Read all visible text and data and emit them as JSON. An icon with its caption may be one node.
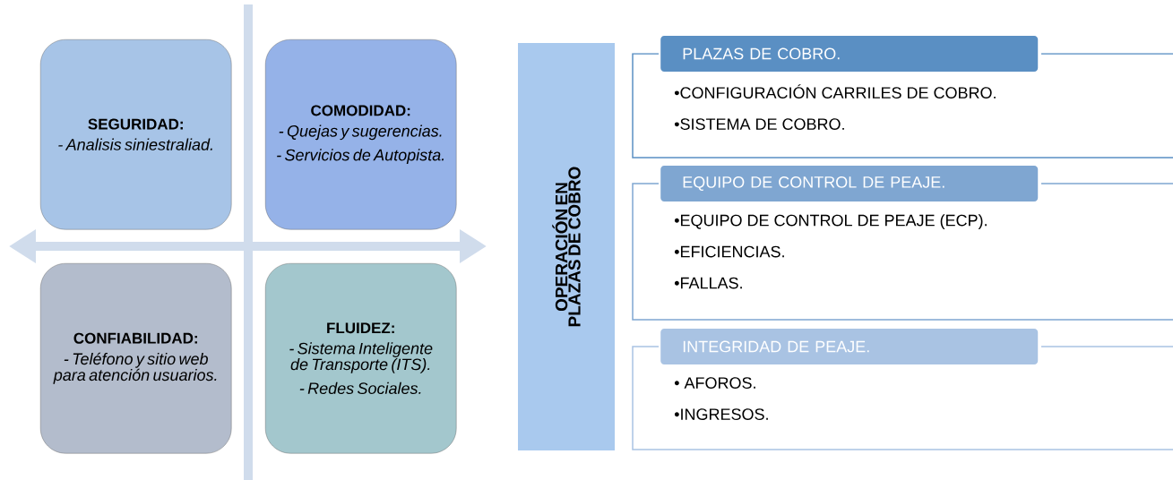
{
  "diagram": {
    "nodes": [
      {
        "text": [
          "SEGURIDAD:",
          "- Analisis siniestraliad."
        ]
      },
      {
        "text": [
          "COMODIDAD:",
          "- Quejas y sugerencias.",
          "- Servicios de Autopista."
        ]
      },
      {
        "text": [
          "CONFIABILIDAD:",
          "- Teléfono  y sitio web para atención usuarios."
        ]
      },
      {
        "text": [
          "FLUIDEZ:",
          "- Sistema Inteligente de Transporte (ITS).",
          "- Redes Sociales."
        ]
      },
      {
        "text": [
          "OPERACIÓN EN PLAZAS DE COBRO"
        ]
      },
      {
        "text": [
          "PLAZAS DE COBRO.",
          "•CONFIGURACIÓN CARRILES DE COBRO.",
          "•SISTEMA DE COBRO."
        ]
      },
      {
        "text": [
          "EQUIPO DE CONTROL DE PEAJE.",
          "•EQUIPO DE CONTROL DE PEAJE (ECP).",
          "•EFICIENCIAS.",
          "•FALLAS."
        ]
      },
      {
        "text": [
          "INTEGRIDAD DE PEAJE.",
          "• AFOROS.",
          "•INGRESOS."
        ]
      }
    ]
  }
}
